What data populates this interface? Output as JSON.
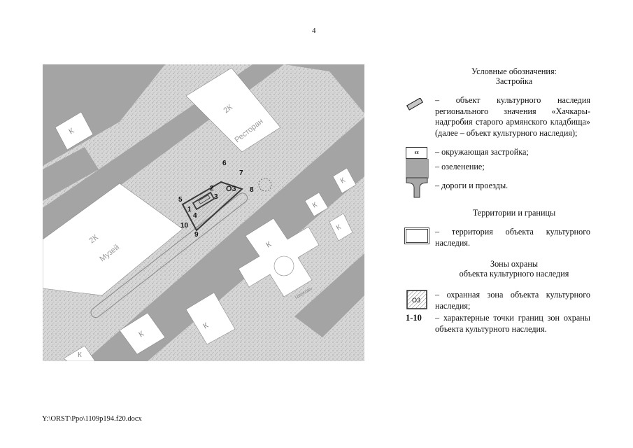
{
  "page_number": "4",
  "footer": "Y:\\ORST\\Ppo\\1109p194.f20.docx",
  "map": {
    "buildings": [
      {
        "code": "К",
        "name": ""
      },
      {
        "code": "2К",
        "name": "Ресторан"
      },
      {
        "code": "2К",
        "name": "Музей"
      },
      {
        "code": "К",
        "name": ""
      },
      {
        "code": "К",
        "name": ""
      },
      {
        "code": "К",
        "name": ""
      },
      {
        "code": "К",
        "name": ""
      },
      {
        "code": "К",
        "name": ""
      },
      {
        "code": "К",
        "name": ""
      },
      {
        "code": "К",
        "name": "Церковь"
      }
    ],
    "zone_label": "О3",
    "points": [
      "1",
      "2",
      "3",
      "4",
      "5",
      "6",
      "7",
      "8",
      "9",
      "10"
    ]
  },
  "legend": {
    "title": "Условные обозначения:",
    "subtitle": "Застройка",
    "items": [
      {
        "symbol": "heritage-object-icon",
        "text": "– объект культурного наследия регионального значения «Хачкары-надгробия старого армянского кладбища» (далее – объект культурного наследия);"
      },
      {
        "symbol": "building-icon",
        "symbol_text": "кк",
        "text": "– окружающая застройка;"
      },
      {
        "symbol": "greenery-icon",
        "text": "– озеленение;"
      },
      {
        "symbol": "road-icon",
        "text": "– дороги и проезды."
      }
    ],
    "section2_title": "Территории и границы",
    "section2_items": [
      {
        "symbol": "territory-icon",
        "text": "– территория объекта культурного наследия."
      }
    ],
    "section3_title_line1": "Зоны охраны",
    "section3_title_line2": "объекта культурного наследия",
    "section3_items": [
      {
        "symbol": "protection-zone-icon",
        "symbol_text": "О3",
        "text": "– охранная зона объекта культурного наследия;"
      },
      {
        "symbol": "boundary-points-label",
        "symbol_text": "1-10",
        "text": "– характерные точки границ зон охраны объекта культурного наследия."
      }
    ]
  },
  "colors": {
    "road": "#a4a4a4",
    "greenery": "#d3d3d3",
    "building": "#ffffff",
    "zone_border": "#3a3a3a"
  }
}
